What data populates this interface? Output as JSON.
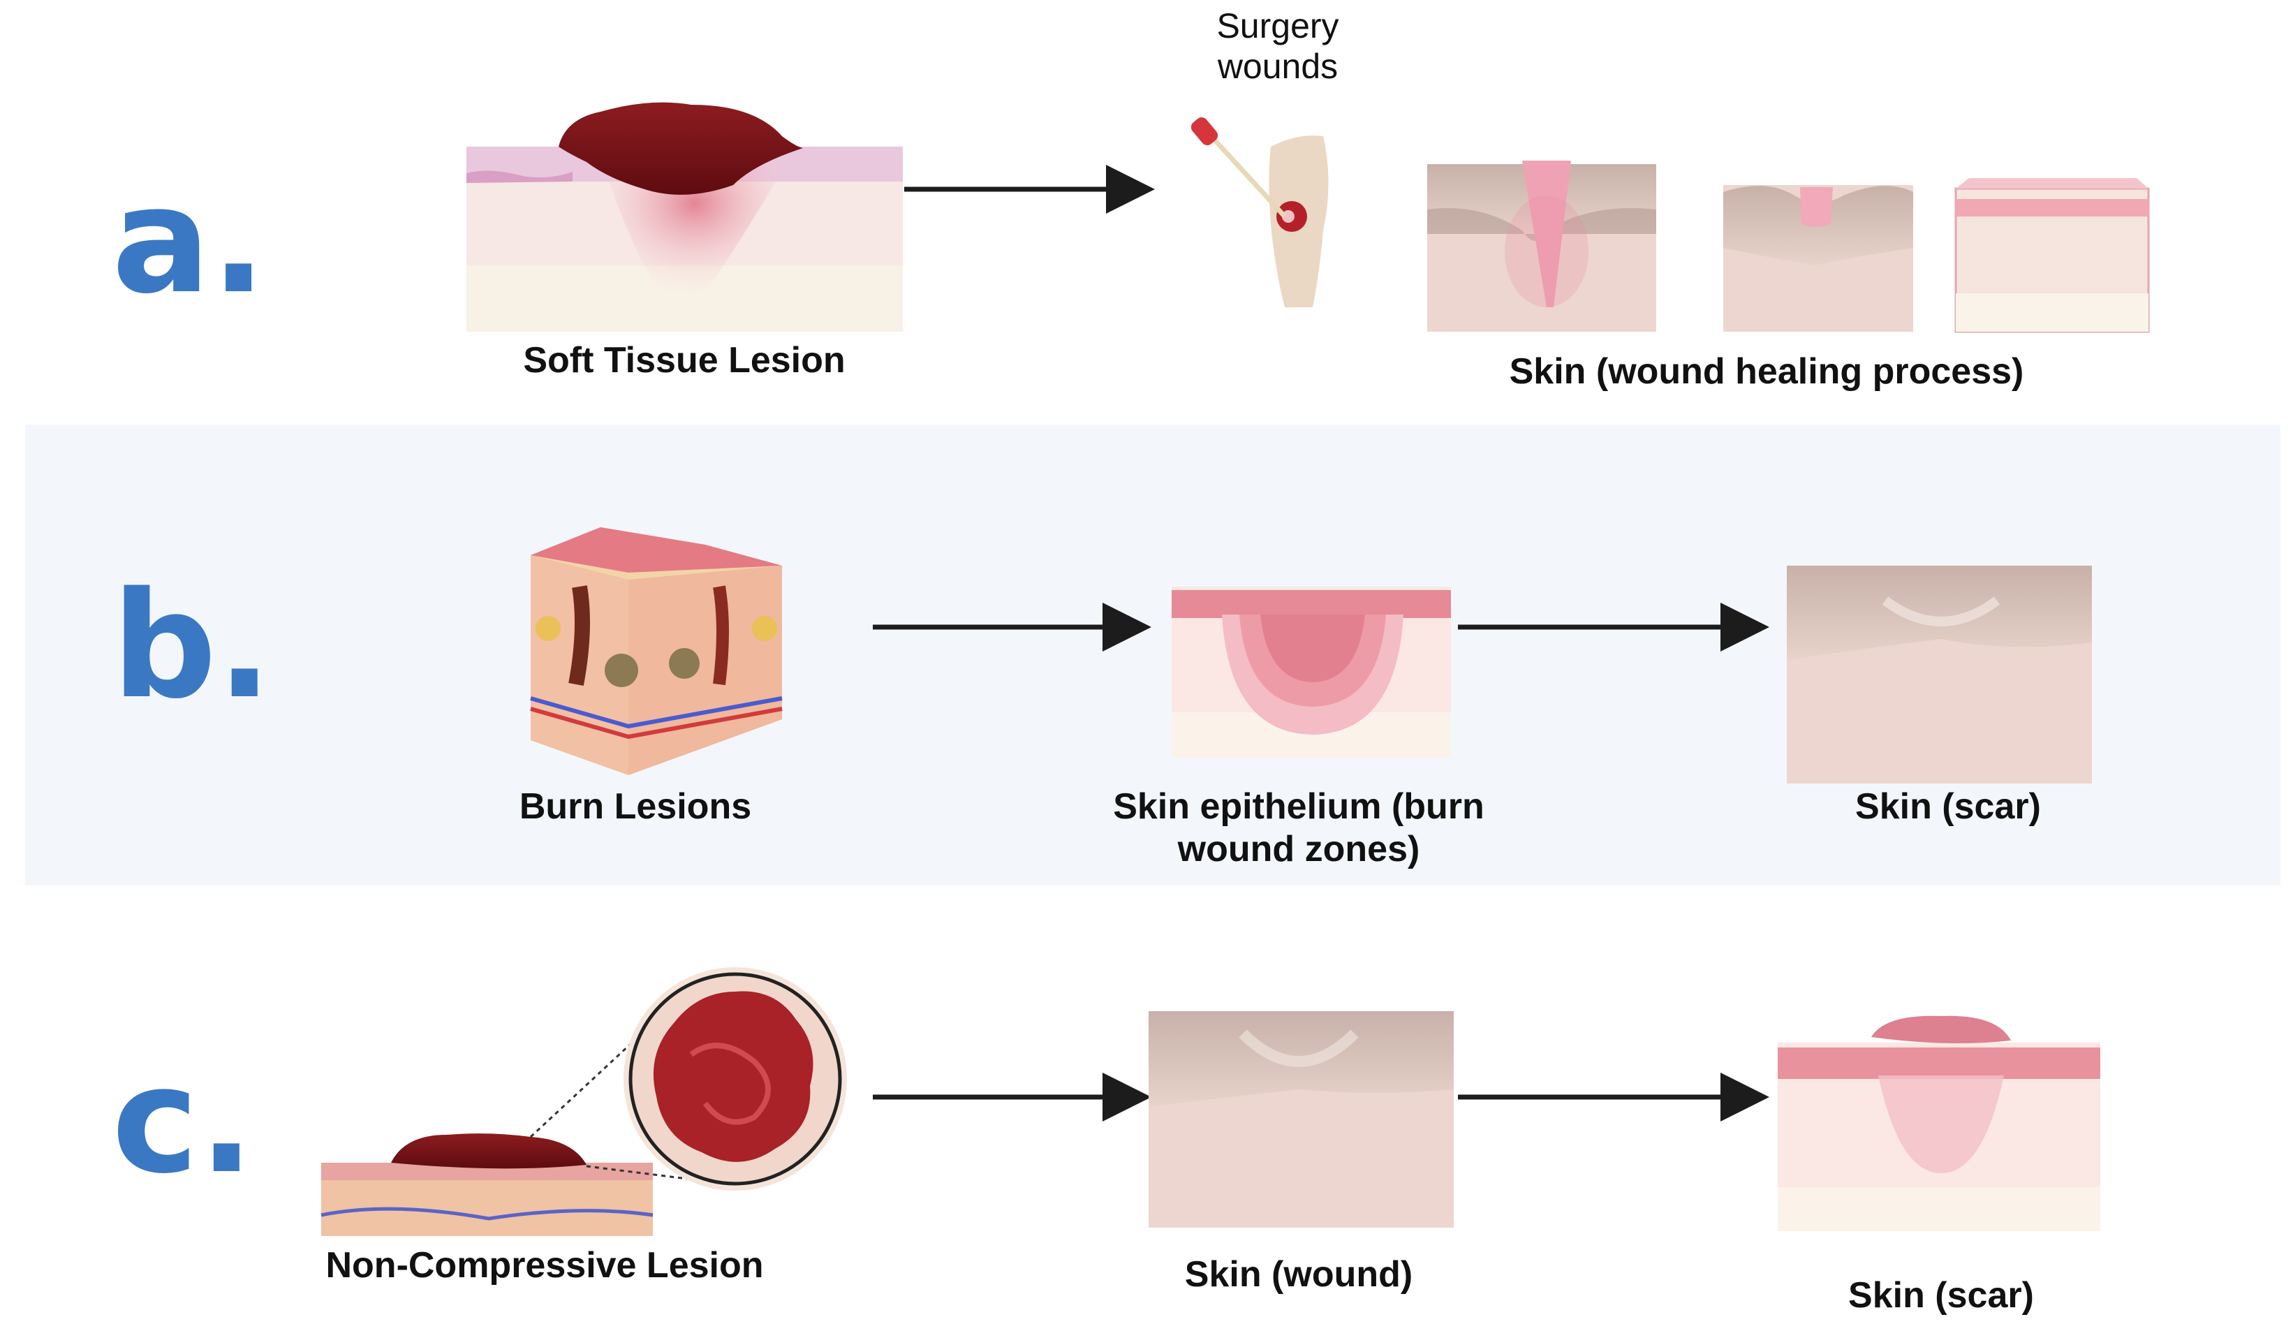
{
  "panels": {
    "a": {
      "letter": "a.",
      "source_label": "Soft Tissue Lesion",
      "mid_label_line1": "Surgery",
      "mid_label_line2": "wounds",
      "result_label": "Skin (wound healing process)"
    },
    "b": {
      "letter": "b.",
      "source_label": "Burn Lesions",
      "mid_label_line1": "Skin epithelium (burn",
      "mid_label_line2": "wound zones)",
      "result_label": "Skin (scar)"
    },
    "c": {
      "letter": "c.",
      "source_label": "Non-Compressive Lesion",
      "mid_label": "Skin (wound)",
      "result_label": "Skin (scar)"
    }
  },
  "colors": {
    "letter": "#3a78c3",
    "band_background": "#f3f7fc",
    "lesion": "#7a1418",
    "wound_pink": "#e8a0ad",
    "skin_tan": "#e6cfc6",
    "arrow": "#1c1c1c"
  }
}
